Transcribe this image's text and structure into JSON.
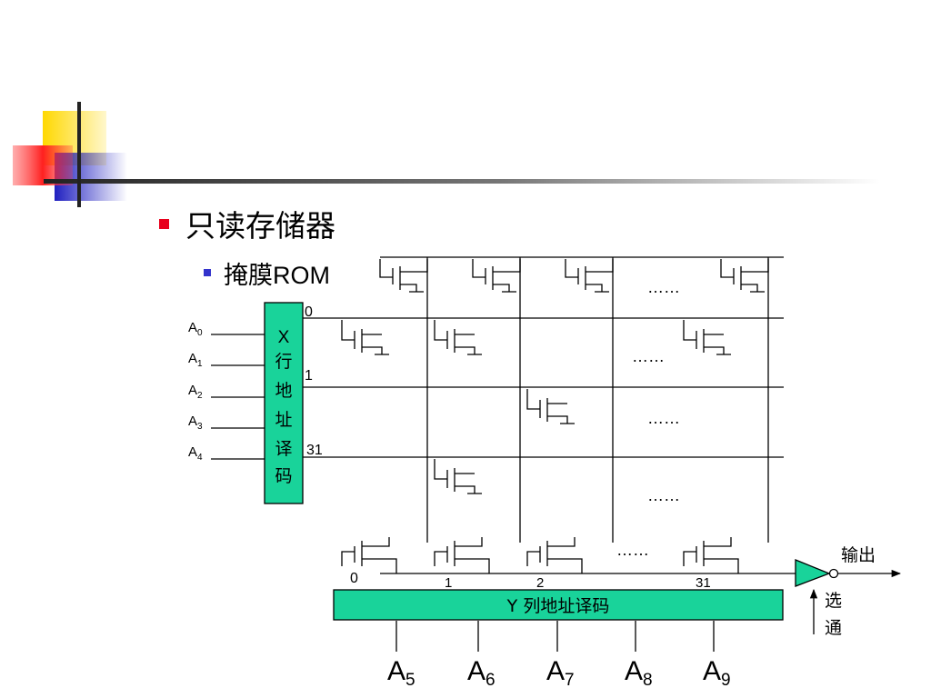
{
  "slide": {
    "bullet_l1": "只读存储器",
    "bullet_l2": "掩膜ROM"
  },
  "diagram": {
    "x_decoder": {
      "line1": "X",
      "line2": "行",
      "line3": "地",
      "line4": "址",
      "line5": "译",
      "line6": "码"
    },
    "row_labels": {
      "r0": "0",
      "r1": "1",
      "r31": "31"
    },
    "x_inputs": [
      {
        "base": "A",
        "sub": "0"
      },
      {
        "base": "A",
        "sub": "1"
      },
      {
        "base": "A",
        "sub": "2"
      },
      {
        "base": "A",
        "sub": "3"
      },
      {
        "base": "A",
        "sub": "4"
      }
    ],
    "y_decoder_label": "Y 列地址译码",
    "col_labels": {
      "c0": "0",
      "c1": "1",
      "c2": "2",
      "c31": "31"
    },
    "y_inputs": [
      {
        "base": "A",
        "sub": "5"
      },
      {
        "base": "A",
        "sub": "6"
      },
      {
        "base": "A",
        "sub": "7"
      },
      {
        "base": "A",
        "sub": "8"
      },
      {
        "base": "A",
        "sub": "9"
      }
    ],
    "ellipsis": "……",
    "output_label": "输出",
    "select_label_1": "选",
    "select_label_2": "通",
    "colors": {
      "decoder_fill": "#19d39a",
      "buffer_fill": "#19d39a"
    }
  }
}
